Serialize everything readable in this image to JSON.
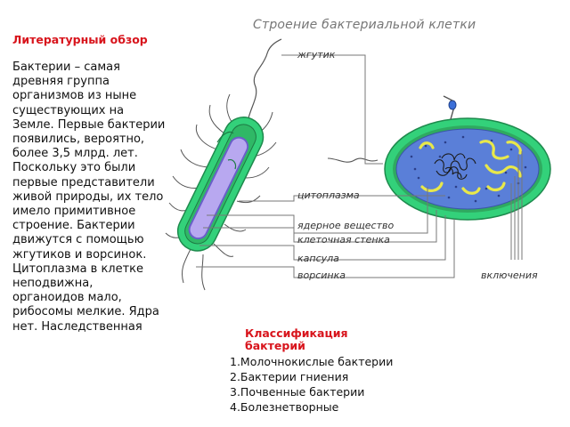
{
  "literature": {
    "title": "Литературный обзор",
    "text": "Бактерии – самая древняя группа организмов из ныне существующих на Земле. Первые бактерии появились, вероятно, более 3,5 млрд.  лет. Поскольку это были первые представители живой природы, их тело имело примитивное строение. Бактерии движутся с помощью жгутиков и ворсинок. Цитоплазма в клетке неподвижна, органоидов мало, рибосомы мелкие. Ядра нет. Наследственная"
  },
  "diagram": {
    "title": "Строение бактериальной клетки",
    "labels": {
      "flagellum": "жгутик",
      "cytoplasm": "цитоплазма",
      "nuclear": "ядерное вещество",
      "wall": "клеточная стенка",
      "capsule": "капсула",
      "pili": "ворсинка",
      "inclusions": "включения"
    }
  },
  "classification": {
    "title": "Классификация бактерий",
    "items": [
      "1.Молочнокислые бактерии",
      "2.Бактерии гниения",
      "3.Почвенные бактерии",
      "4.Болезнетворные"
    ]
  },
  "colors": {
    "capsule_green": "#33d17a",
    "cell_blue": "#5a7fd8",
    "inner_purple": "#b8a8f0",
    "inclusion_yellow": "#e8e84a",
    "heading_red": "#d8141c"
  }
}
